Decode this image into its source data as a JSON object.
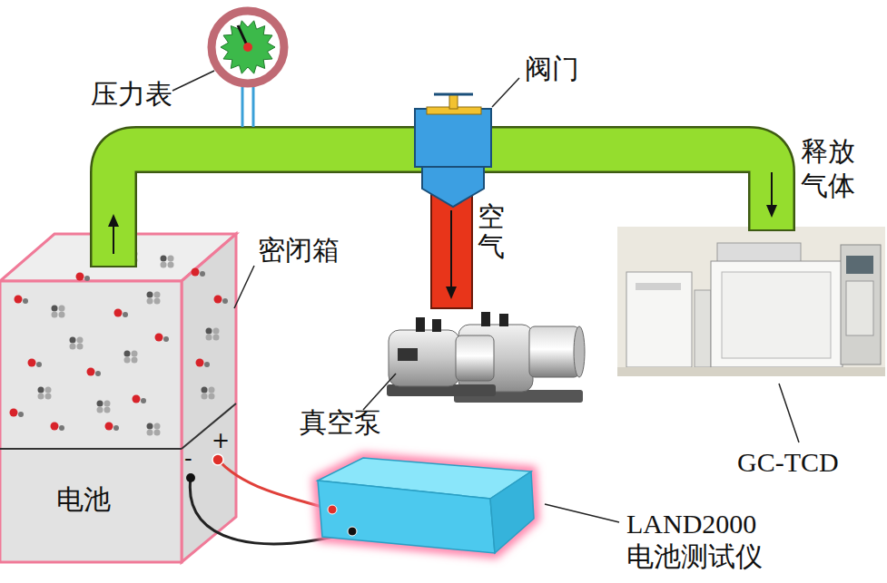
{
  "diagram": {
    "nodes": [
      {
        "text": [
          "电池"
        ]
      }
    ],
    "labels": [
      "压力表",
      "阀门",
      "释放 气体",
      "空气",
      "密闭箱",
      "真空泵",
      "GC-TCD",
      "LAND2000 电池测试仪",
      "+",
      "-"
    ]
  }
}
